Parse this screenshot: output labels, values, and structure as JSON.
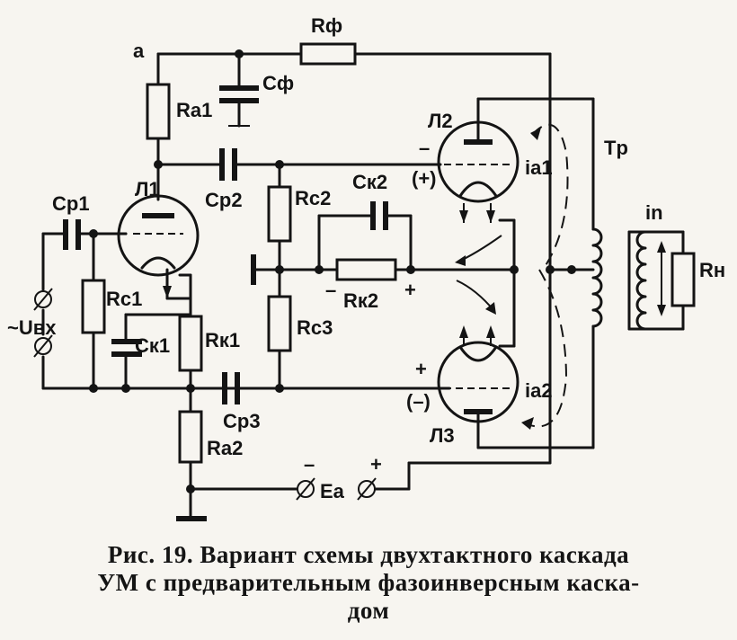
{
  "labels": {
    "node_a": "a",
    "r_f": "Rф",
    "c_f": "Cф",
    "r_a1": "Ra1",
    "l1": "Л1",
    "c_p1": "Cp1",
    "c_p2": "Cp2",
    "r_c1": "Rc1",
    "r_c2": "Rc2",
    "r_c3": "Rc3",
    "c_k1": "Cк1",
    "c_k2": "Cк2",
    "r_k1": "Rк1",
    "r_k2": "Rк2",
    "c_p3": "Cp3",
    "r_a2": "Ra2",
    "u_in": "~Uвх",
    "l2": "Л2",
    "l3": "Л3",
    "tr": "Tp",
    "i_a1": "ia1",
    "i_a2": "ia2",
    "i_n": "in",
    "r_n": "Rн",
    "e_a": "Ea",
    "l2_minus": "–",
    "l2_plus_paren": "(+)",
    "l3_plus": "+",
    "l3_minus_paren": "(–)",
    "rk2_minus": "–",
    "rk2_plus": "+",
    "ea_minus": "–",
    "ea_plus": "+"
  },
  "caption": {
    "line1": "Рис. 19. Вариант схемы двухтактного каскада",
    "line2": "УМ с предварительным фазоинверсным каска-",
    "line3": "дом"
  }
}
